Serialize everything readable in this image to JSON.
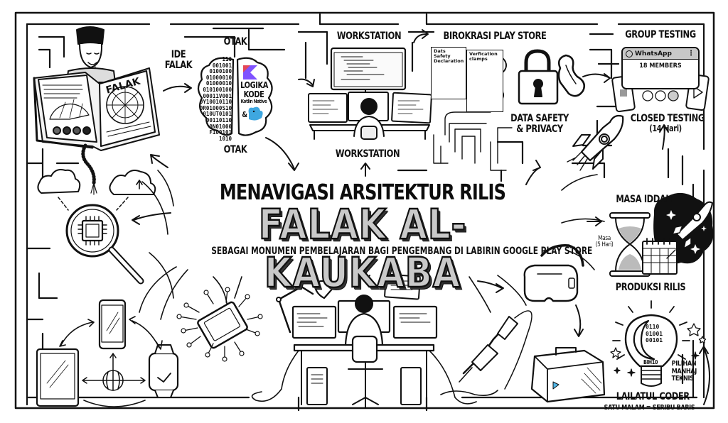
{
  "title": {
    "line1": "MENAVIGASI ARSITEKTUR RILIS",
    "main": "FALAK AL-KAUKABA",
    "subtitle": "SEBAGAI MONUMEN PEMBELAJARAN BAGI PENGEMBANG DI LABIRIN GOOGLE PLAY STORE"
  },
  "nodes": {
    "book": {
      "cover_text": "FALAK"
    },
    "idea": {
      "label_line1": "IDE",
      "label_line2": "FALAK"
    },
    "brain": {
      "top_label": "OTAK",
      "bottom_label": "OTAK",
      "binary_lines": [
        "110",
        "001001",
        "0100100",
        "01000010",
        "01000010",
        "010100100",
        "00011V001",
        "0Y10010110",
        "0R01000S10",
        "010UT0101",
        "00110110",
        "0N01000",
        "F100101",
        "1010"
      ],
      "logic_line1": "LOGIKA",
      "logic_line2": "KODE",
      "logic_line3": "Kotlin Native",
      "logic_amp": "&"
    },
    "workstation": {
      "top_label": "WORKSTATION",
      "bottom_label": "WORKSTATION"
    },
    "play_store": {
      "label": "BIROKRASI PLAY STORE",
      "doc1_title_line1": "Dats Safety",
      "doc1_title_line2": "Declaration",
      "doc2_title_line1": "Verfication",
      "doc2_title_line2": "clamps"
    },
    "data_safety": {
      "label_line1": "DATA SAFETY",
      "label_line2": "& PRIVACY"
    },
    "group_testing": {
      "label": "GROUP TESTING",
      "app_name": "WhatsApp",
      "members": "18 MEMBERS",
      "closed_label": "CLOSED TESTING",
      "closed_duration": "(14 Hari)"
    },
    "masa_iddah": {
      "label": "MASA IDDAH",
      "hourglass_line1": "Masa",
      "hourglass_line2": "(5 Hari)",
      "release_label": "PRODUKSI RILIS"
    },
    "lailatul": {
      "bulb_binary": [
        "0110",
        "01001",
        "00101"
      ],
      "bulb_base": "BIH10",
      "choice_line1": "PILIHAN",
      "choice_line2": "MANHAJ",
      "choice_line3": "TEKNIS",
      "label": "LAILATUL CODER",
      "sublabel": "SATU MALAM = SERIBU BARIS"
    }
  },
  "icons": [
    "scholar",
    "book",
    "prayer-beads",
    "brain",
    "kotlin-logo",
    "compose-mascot",
    "monitor",
    "developer",
    "document",
    "verification-seal",
    "padlock",
    "chain-link",
    "rocket",
    "smartphone",
    "avatar",
    "cloud",
    "magnifier-chip",
    "tablet",
    "smartwatch",
    "globe",
    "microchip",
    "desk-lamp",
    "pc-tower",
    "office-chair",
    "vr-headset",
    "soldering-iron",
    "toolbox",
    "play-store-logo",
    "hourglass",
    "calendar",
    "galaxy",
    "light-bulb",
    "crescent-moon",
    "star"
  ],
  "colors": {
    "ink": "#111111",
    "paper": "#ffffff",
    "title_fill": "#c9c9c9",
    "kotlin_a": "#7f52ff",
    "kotlin_b": "#e44857",
    "mascot": "#3ea7e0"
  }
}
